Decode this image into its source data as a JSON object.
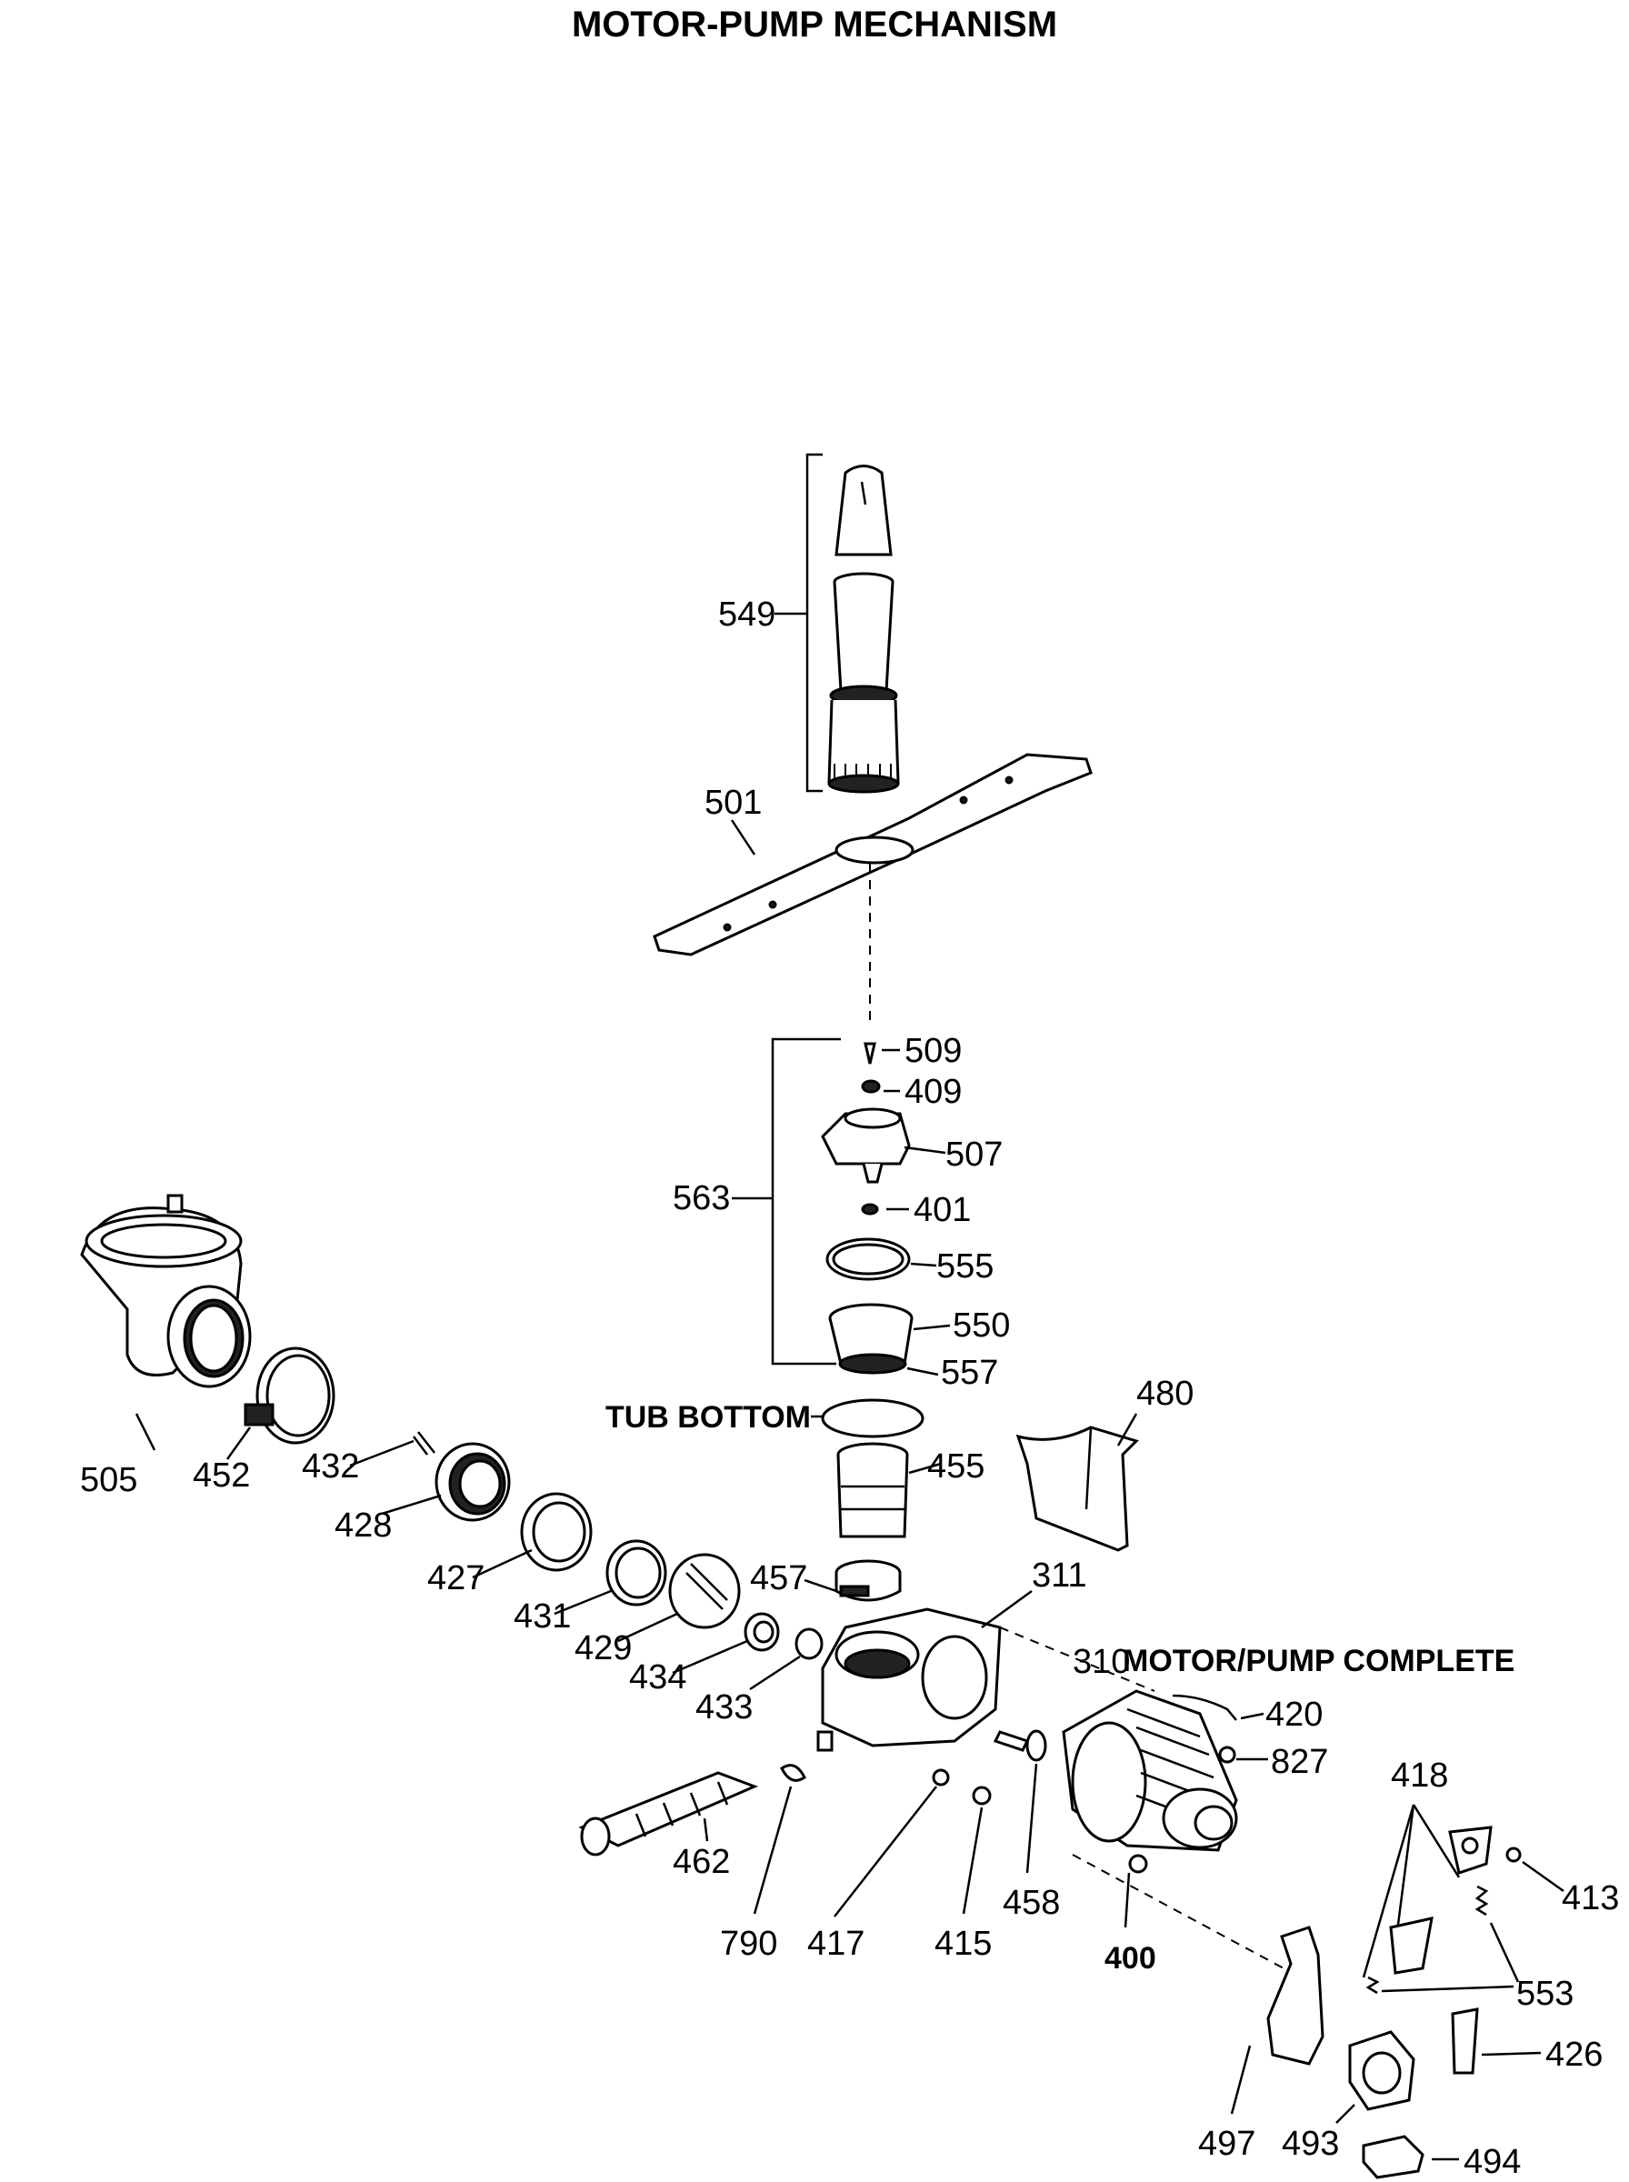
{
  "title": "MOTOR-PUMP MECHANISM",
  "labels": {
    "p549": "549",
    "p501": "501",
    "p509": "509",
    "p409": "409",
    "p507": "507",
    "p563": "563",
    "p401": "401",
    "p555": "555",
    "p550": "550",
    "p557": "557",
    "tub_bottom": "TUB BOTTOM",
    "p480": "480",
    "p505": "505",
    "p452": "452",
    "p432": "432",
    "p428": "428",
    "p455": "455",
    "p427": "427",
    "p457": "457",
    "p431": "431",
    "p311": "311",
    "p429": "429",
    "p434": "434",
    "p310": "310",
    "motor_pump_complete": "MOTOR/PUMP COMPLETE",
    "p433": "433",
    "p420": "420",
    "p827": "827",
    "p418": "418",
    "p462": "462",
    "p413": "413",
    "p790": "790",
    "p417": "417",
    "p415": "415",
    "p458": "458",
    "p400": "400",
    "p553": "553",
    "p426": "426",
    "p497": "497",
    "p493": "493",
    "p494": "494"
  }
}
